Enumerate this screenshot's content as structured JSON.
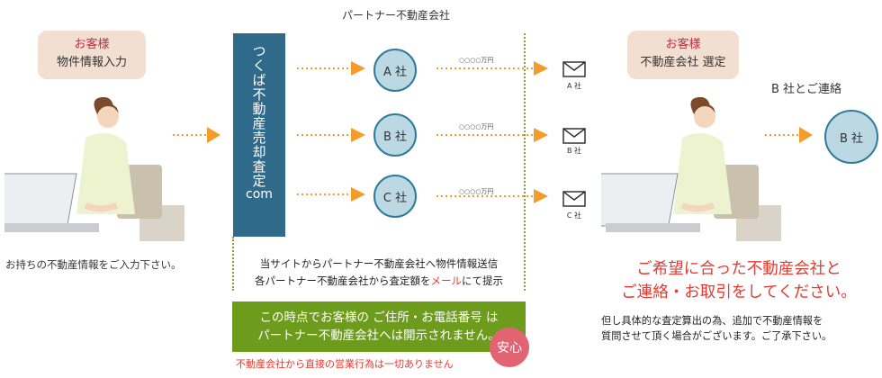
{
  "header": {
    "title": "パートナー不動産会社"
  },
  "left": {
    "customer_title": "お客様",
    "customer_action": "物件情報入力",
    "caption": "お持ちの不動産情報をご入力下さい。"
  },
  "center": {
    "vertical_label_main": "つくば不動産売却査定",
    "vertical_label_com": "com",
    "companies": [
      {
        "name": "A 社",
        "price": "○○○○万円",
        "mail_label": "A 社"
      },
      {
        "name": "B 社",
        "price": "○○○○万円",
        "mail_label": "B 社"
      },
      {
        "name": "C 社",
        "price": "○○○○万円",
        "mail_label": "C 社"
      }
    ],
    "note_line1": "当サイトからパートナー不動産会社へ物件情報送信",
    "note_line2_pre": "各パートナー不動産会社から査定額を",
    "note_line2_red": "メール",
    "note_line2_post": "にて提示",
    "green_line1": "この時点でお客様の ご住所・お電話番号 は",
    "green_line2": "パートナー不動産会社へは開示されません。",
    "anshin": "安心",
    "disclaimer": "不動産会社から直接の営業行為は一切ありません"
  },
  "right": {
    "customer_title": "お客様",
    "customer_action": "不動産会社 選定",
    "contact_label": "B 社とご連絡",
    "selected_company": "B 社",
    "headline_line1": "ご希望に合った不動産会社と",
    "headline_line2": "ご連絡・お取引をしてください。",
    "footnote_line1": "但し具体的な査定算出の為、追加で不動産情報を",
    "footnote_line2": "質問させて頂く場合がございます。ご了承下さい。"
  },
  "colors": {
    "arrow": "#f39b2b",
    "circle_fill": "#bcd9e3",
    "circle_border": "#2f7a9c",
    "bar": "#2f6a8a",
    "green": "#6d9b1c",
    "red": "#e53a2f",
    "customer_box": "#f3dfd2"
  }
}
